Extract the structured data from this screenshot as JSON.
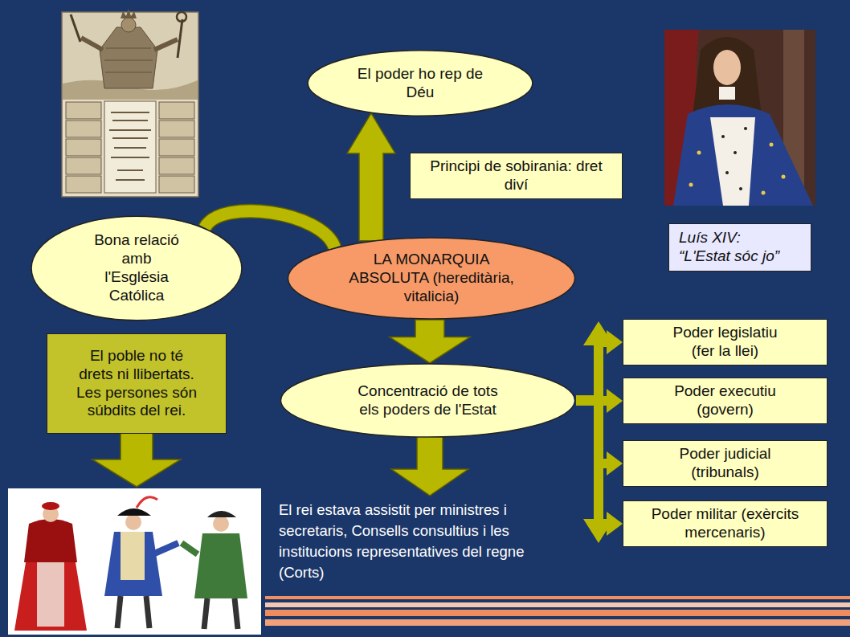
{
  "diagram": {
    "nodes": [
      {
        "text": [
          "El poder ho rep de Déu"
        ]
      },
      {
        "text": [
          "Principi de sobirania: dret diví"
        ]
      },
      {
        "text": [
          "Bona relació amb l'Església Católica"
        ]
      },
      {
        "text": [
          "LA MONARQUIA ABSOLUTA (hereditària, vitalicia)"
        ]
      },
      {
        "text": [
          "Luís XIV: “L'Estat sóc jo”"
        ]
      },
      {
        "text": [
          "El poble no té drets ni llibertats. Les persones són súbdits del rei."
        ]
      },
      {
        "text": [
          "Concentració de tots els poders de l'Estat"
        ]
      },
      {
        "text": [
          "Poder legislatiu (fer la llei)"
        ]
      },
      {
        "text": [
          "Poder executiu (govern)"
        ]
      },
      {
        "text": [
          "Poder judicial (tribunals)"
        ]
      },
      {
        "text": [
          "Poder militar (exèrcits mercenaris)"
        ]
      }
    ],
    "edges": [
      {
        "from": 3,
        "to": 0,
        "arrow": "to"
      },
      {
        "from": 2,
        "to": 3,
        "arrow": "none"
      },
      {
        "from": 3,
        "to": 6,
        "arrow": "to"
      },
      {
        "from": 6,
        "to": 7,
        "arrow": "to"
      },
      {
        "from": 6,
        "to": 8,
        "arrow": "to"
      },
      {
        "from": 6,
        "to": 9,
        "arrow": "to"
      },
      {
        "from": 6,
        "to": 10,
        "arrow": "to"
      }
    ],
    "labels": [
      "El rei estava assistit per ministres i secretaris, Consells consultius i les institucions representatives del regne (Corts)"
    ]
  }
}
